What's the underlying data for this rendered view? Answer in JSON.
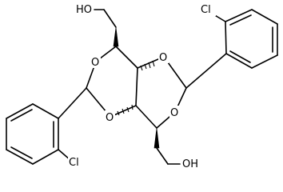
{
  "molecule": {
    "atom_labels": {
      "hydroxyl_top": "HO",
      "hydroxyl_bottom": "OH",
      "chloro_top": "Cl",
      "chloro_bottom": "Cl",
      "ring_oxygen_1": "O",
      "ring_oxygen_2": "O",
      "ring_oxygen_3": "O",
      "ring_oxygen_4": "O"
    }
  }
}
